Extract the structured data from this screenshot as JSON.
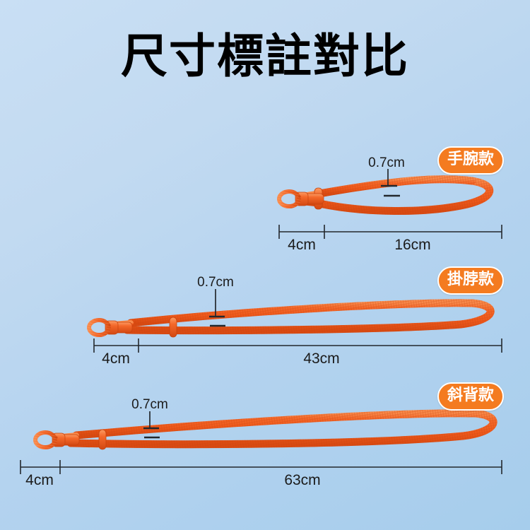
{
  "page": {
    "title": "尺寸標註對比",
    "background_top": "#c9dff4",
    "background_bottom": "#a6cdec",
    "cord_color": "#f4682a",
    "badge_color": "#f47b20"
  },
  "products": [
    {
      "badge": "手腕款",
      "thickness_label": "0.7cm",
      "head_label": "4cm",
      "loop_label": "16cm"
    },
    {
      "badge": "掛脖款",
      "thickness_label": "0.7cm",
      "head_label": "4cm",
      "loop_label": "43cm"
    },
    {
      "badge": "斜背款",
      "thickness_label": "0.7cm",
      "head_label": "4cm",
      "loop_label": "63cm"
    }
  ]
}
